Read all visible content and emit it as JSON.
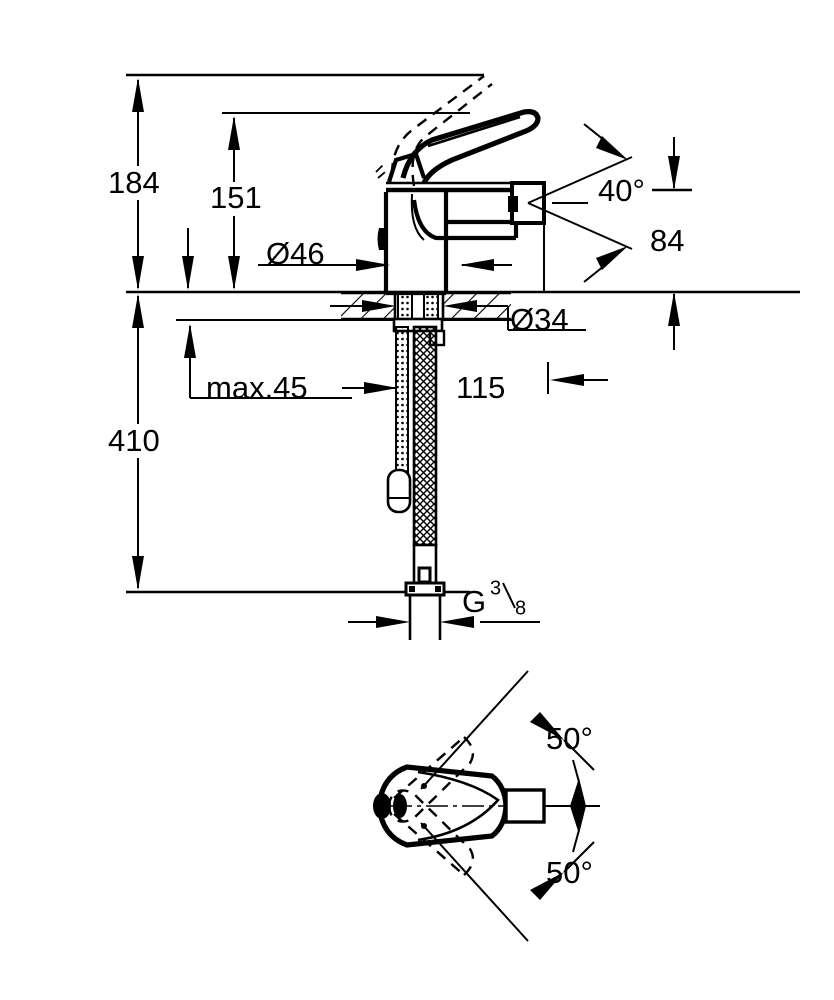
{
  "drawing": {
    "type": "technical-dimension-drawing",
    "subject": "single-lever bidet mixer tap",
    "background_color": "#ffffff",
    "line_color": "#000000",
    "views": [
      {
        "name": "elevation-view",
        "description": "side elevation with flexible supply hoses through countertop"
      },
      {
        "name": "plan-view",
        "description": "top view showing lever swivel range"
      }
    ]
  },
  "dimensions": {
    "height_total": "184",
    "height_spout": "151",
    "diameter_body": "Ø46",
    "diameter_hole": "Ø34",
    "spout_angle": "40°",
    "spout_projection": "84",
    "counter_thickness_max": "max.45",
    "hose_length": "115",
    "total_below": "410",
    "thread_label_main": "G",
    "thread_label_num": "3",
    "thread_label_den": "8",
    "swivel_angle_upper": "50°",
    "swivel_angle_lower": "50°"
  }
}
